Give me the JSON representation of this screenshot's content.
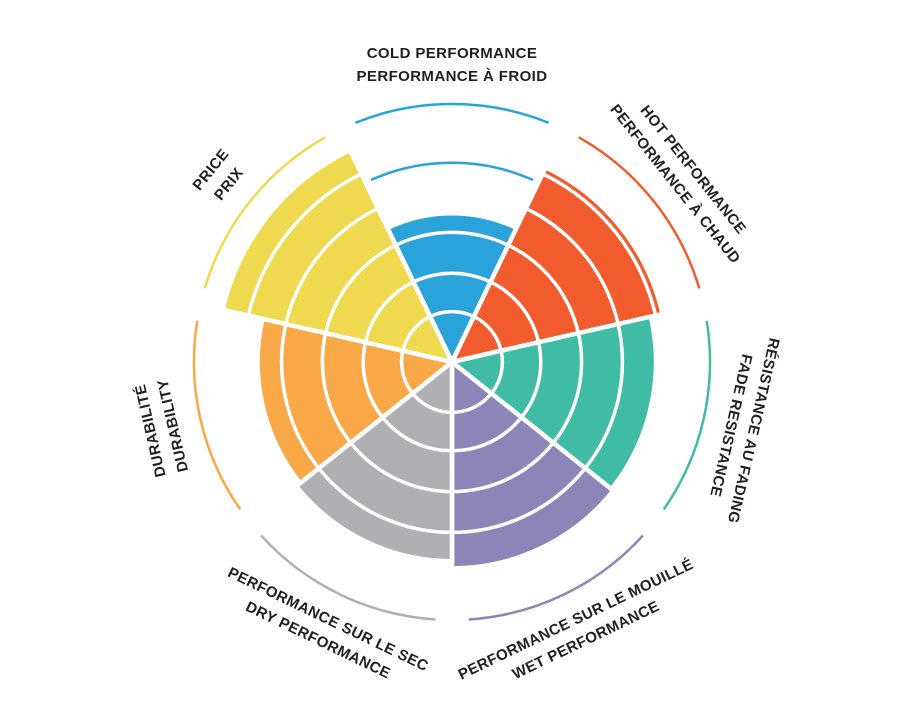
{
  "page": {
    "background": "#FFFFFF",
    "text_color": "#231F20"
  },
  "chart_data": {
    "type": "polar-sector-wheel",
    "title": "",
    "scale_max": 100,
    "grid": "concentric-white-rings",
    "legend_position": "around-perimeter",
    "ring_color": "#FFFFFF",
    "rings": [
      21,
      37,
      54,
      71,
      87
    ],
    "sectors": [
      {
        "id": "cold-performance",
        "lines": [
          "COLD PERFORMANCE",
          "PERFORMANCE À FROID"
        ],
        "value": 62,
        "reference_arc": 83,
        "color": "#2AA3DA"
      },
      {
        "id": "hot-performance",
        "lines": [
          "HOT PERFORMANCE",
          "PERFORMANCE À CHAUD"
        ],
        "value": 90,
        "reference_arc": null,
        "color": "#F15B2D"
      },
      {
        "id": "fade-resistance",
        "lines": [
          "RÉSISTANCE AU FADING",
          "FADE RESISTANCE"
        ],
        "value": 85,
        "reference_arc": null,
        "color": "#41BCA4"
      },
      {
        "id": "wet-performance",
        "lines": [
          "PERFORMANCE SUR LE MOUILLÉ",
          "WET PERFORMANCE"
        ],
        "value": 86,
        "reference_arc": null,
        "color": "#8C86B8"
      },
      {
        "id": "dry-performance",
        "lines": [
          "PERFORMANCE SUR LE SEC",
          "DRY PERFORMANCE"
        ],
        "value": 83,
        "reference_arc": null,
        "color": "#AEB0B3"
      },
      {
        "id": "durability",
        "lines": [
          "DURABILITÉ",
          "DURABILITY"
        ],
        "value": 81,
        "reference_arc": null,
        "color": "#F9A848"
      },
      {
        "id": "price",
        "lines": [
          "PRICE",
          "PRIX"
        ],
        "value": 98,
        "reference_arc": null,
        "color": "#EFD94E"
      }
    ]
  }
}
